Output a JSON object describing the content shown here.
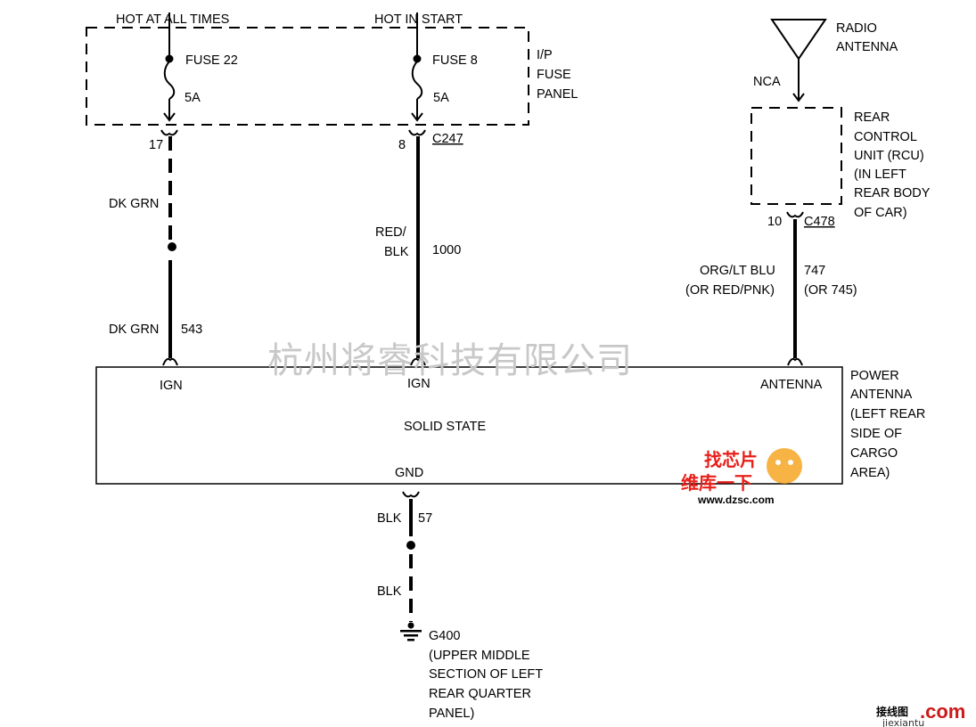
{
  "supply": {
    "hot_at_all_times": "HOT AT ALL TIMES",
    "hot_in_start": "HOT IN START",
    "fuse_a_name": "FUSE 22",
    "fuse_a_rating": "5A",
    "fuse_b_name": "FUSE 8",
    "fuse_b_rating": "5A",
    "panel_line1": "I/P",
    "panel_line2": "FUSE",
    "panel_line3": "PANEL",
    "pin_17": "17",
    "pin_8": "8",
    "connector_c247": "C247"
  },
  "wires": {
    "dk_grn_upper": "DK GRN",
    "dk_grn_lower": "DK GRN",
    "circuit_543": "543",
    "red_blk_line1": "RED/",
    "red_blk_line2": "BLK",
    "circuit_1000": "1000",
    "org_lt_blu": "ORG/LT BLU",
    "or_red_pnk": "(OR RED/PNK)",
    "circuit_747": "747",
    "or_745": "(OR 745)",
    "blk_upper": "BLK",
    "circuit_57": "57",
    "blk_lower": "BLK"
  },
  "radio": {
    "antenna_line1": "RADIO",
    "antenna_line2": "ANTENNA",
    "nca": "NCA",
    "rcu_line1": "REAR",
    "rcu_line2": "CONTROL",
    "rcu_line3": "UNIT (RCU)",
    "rcu_line4": "(IN LEFT",
    "rcu_line5": "REAR BODY",
    "rcu_line6": "OF CAR)",
    "pin_10": "10",
    "connector_c478": "C478"
  },
  "module": {
    "ign_left": "IGN",
    "ign_mid": "IGN",
    "antenna": "ANTENNA",
    "body_text": "SOLID STATE",
    "gnd": "GND",
    "name_line1": "POWER",
    "name_line2": "ANTENNA",
    "name_line3": "(LEFT REAR",
    "name_line4": "SIDE OF",
    "name_line5": "CARGO",
    "name_line6": "AREA)"
  },
  "ground": {
    "line1": "G400",
    "line2": "(UPPER MIDDLE",
    "line3": "SECTION OF LEFT",
    "line4": "REAR QUARTER",
    "line5": "PANEL)"
  },
  "watermarks": {
    "company": "杭州将睿科技有限公司",
    "badge_top": "找芯片",
    "badge_mid": "维库一下",
    "badge_url": "www.dzsc.com",
    "corner_cn": "接线图",
    "corner_com": ".com",
    "corner_url": "jiexiantu"
  }
}
